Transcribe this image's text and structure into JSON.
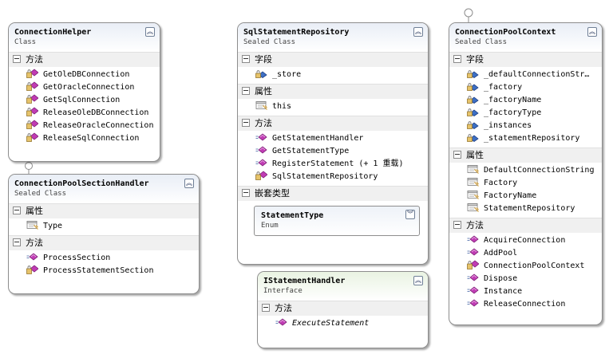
{
  "icons": {
    "method": "method-icon",
    "method_lock": "protected-method-icon",
    "field": "field-icon",
    "property": "property-icon",
    "expand": "expand-chevron-icon",
    "collapse": "collapse-chevron-icon"
  },
  "colors": {
    "method": "#c03cb4",
    "field": "#2e5fb2",
    "property": "#d4a23c"
  },
  "classes": {
    "connection_helper": {
      "name": "ConnectionHelper",
      "kind": "Class",
      "methods_title": "方法",
      "methods": [
        "GetOleDBConnection",
        "GetOracleConnection",
        "GetSqlConnection",
        "ReleaseOleDBConnection",
        "ReleaseOracleConnection",
        "ReleaseSqlConnection"
      ]
    },
    "pool_section_handler": {
      "name": "ConnectionPoolSectionHandler",
      "kind": "Sealed Class",
      "properties_title": "属性",
      "properties": [
        "Type"
      ],
      "methods_title": "方法",
      "methods": [
        "ProcessSection",
        "ProcessStatementSection"
      ]
    },
    "sql_statement_repository": {
      "name": "SqlStatementRepository",
      "kind": "Sealed Class",
      "fields_title": "字段",
      "fields": [
        "_store"
      ],
      "properties_title": "属性",
      "properties": [
        "this"
      ],
      "methods_title": "方法",
      "methods": [
        "GetStatementHandler",
        "GetStatementType",
        "RegisterStatement (+ 1 重载)",
        "SqlStatementRepository"
      ],
      "nested_title": "嵌套类型",
      "nested": {
        "name": "StatementType",
        "kind": "Enum"
      }
    },
    "istatement_handler": {
      "name": "IStatementHandler",
      "kind": "Interface",
      "methods_title": "方法",
      "methods": [
        "ExecuteStatement"
      ]
    },
    "pool_context": {
      "name": "ConnectionPoolContext",
      "kind": "Sealed Class",
      "fields_title": "字段",
      "fields": [
        "_defaultConnectionStr…",
        "_factory",
        "_factoryName",
        "_factoryType",
        "_instances",
        "_statementRepository"
      ],
      "properties_title": "属性",
      "properties": [
        "DefaultConnectionString",
        "Factory",
        "FactoryName",
        "StatementRepository"
      ],
      "methods_title": "方法",
      "methods": [
        "AcquireConnection",
        "AddPool",
        "ConnectionPoolContext",
        "Dispose",
        "Instance",
        "ReleaseConnection"
      ]
    }
  }
}
